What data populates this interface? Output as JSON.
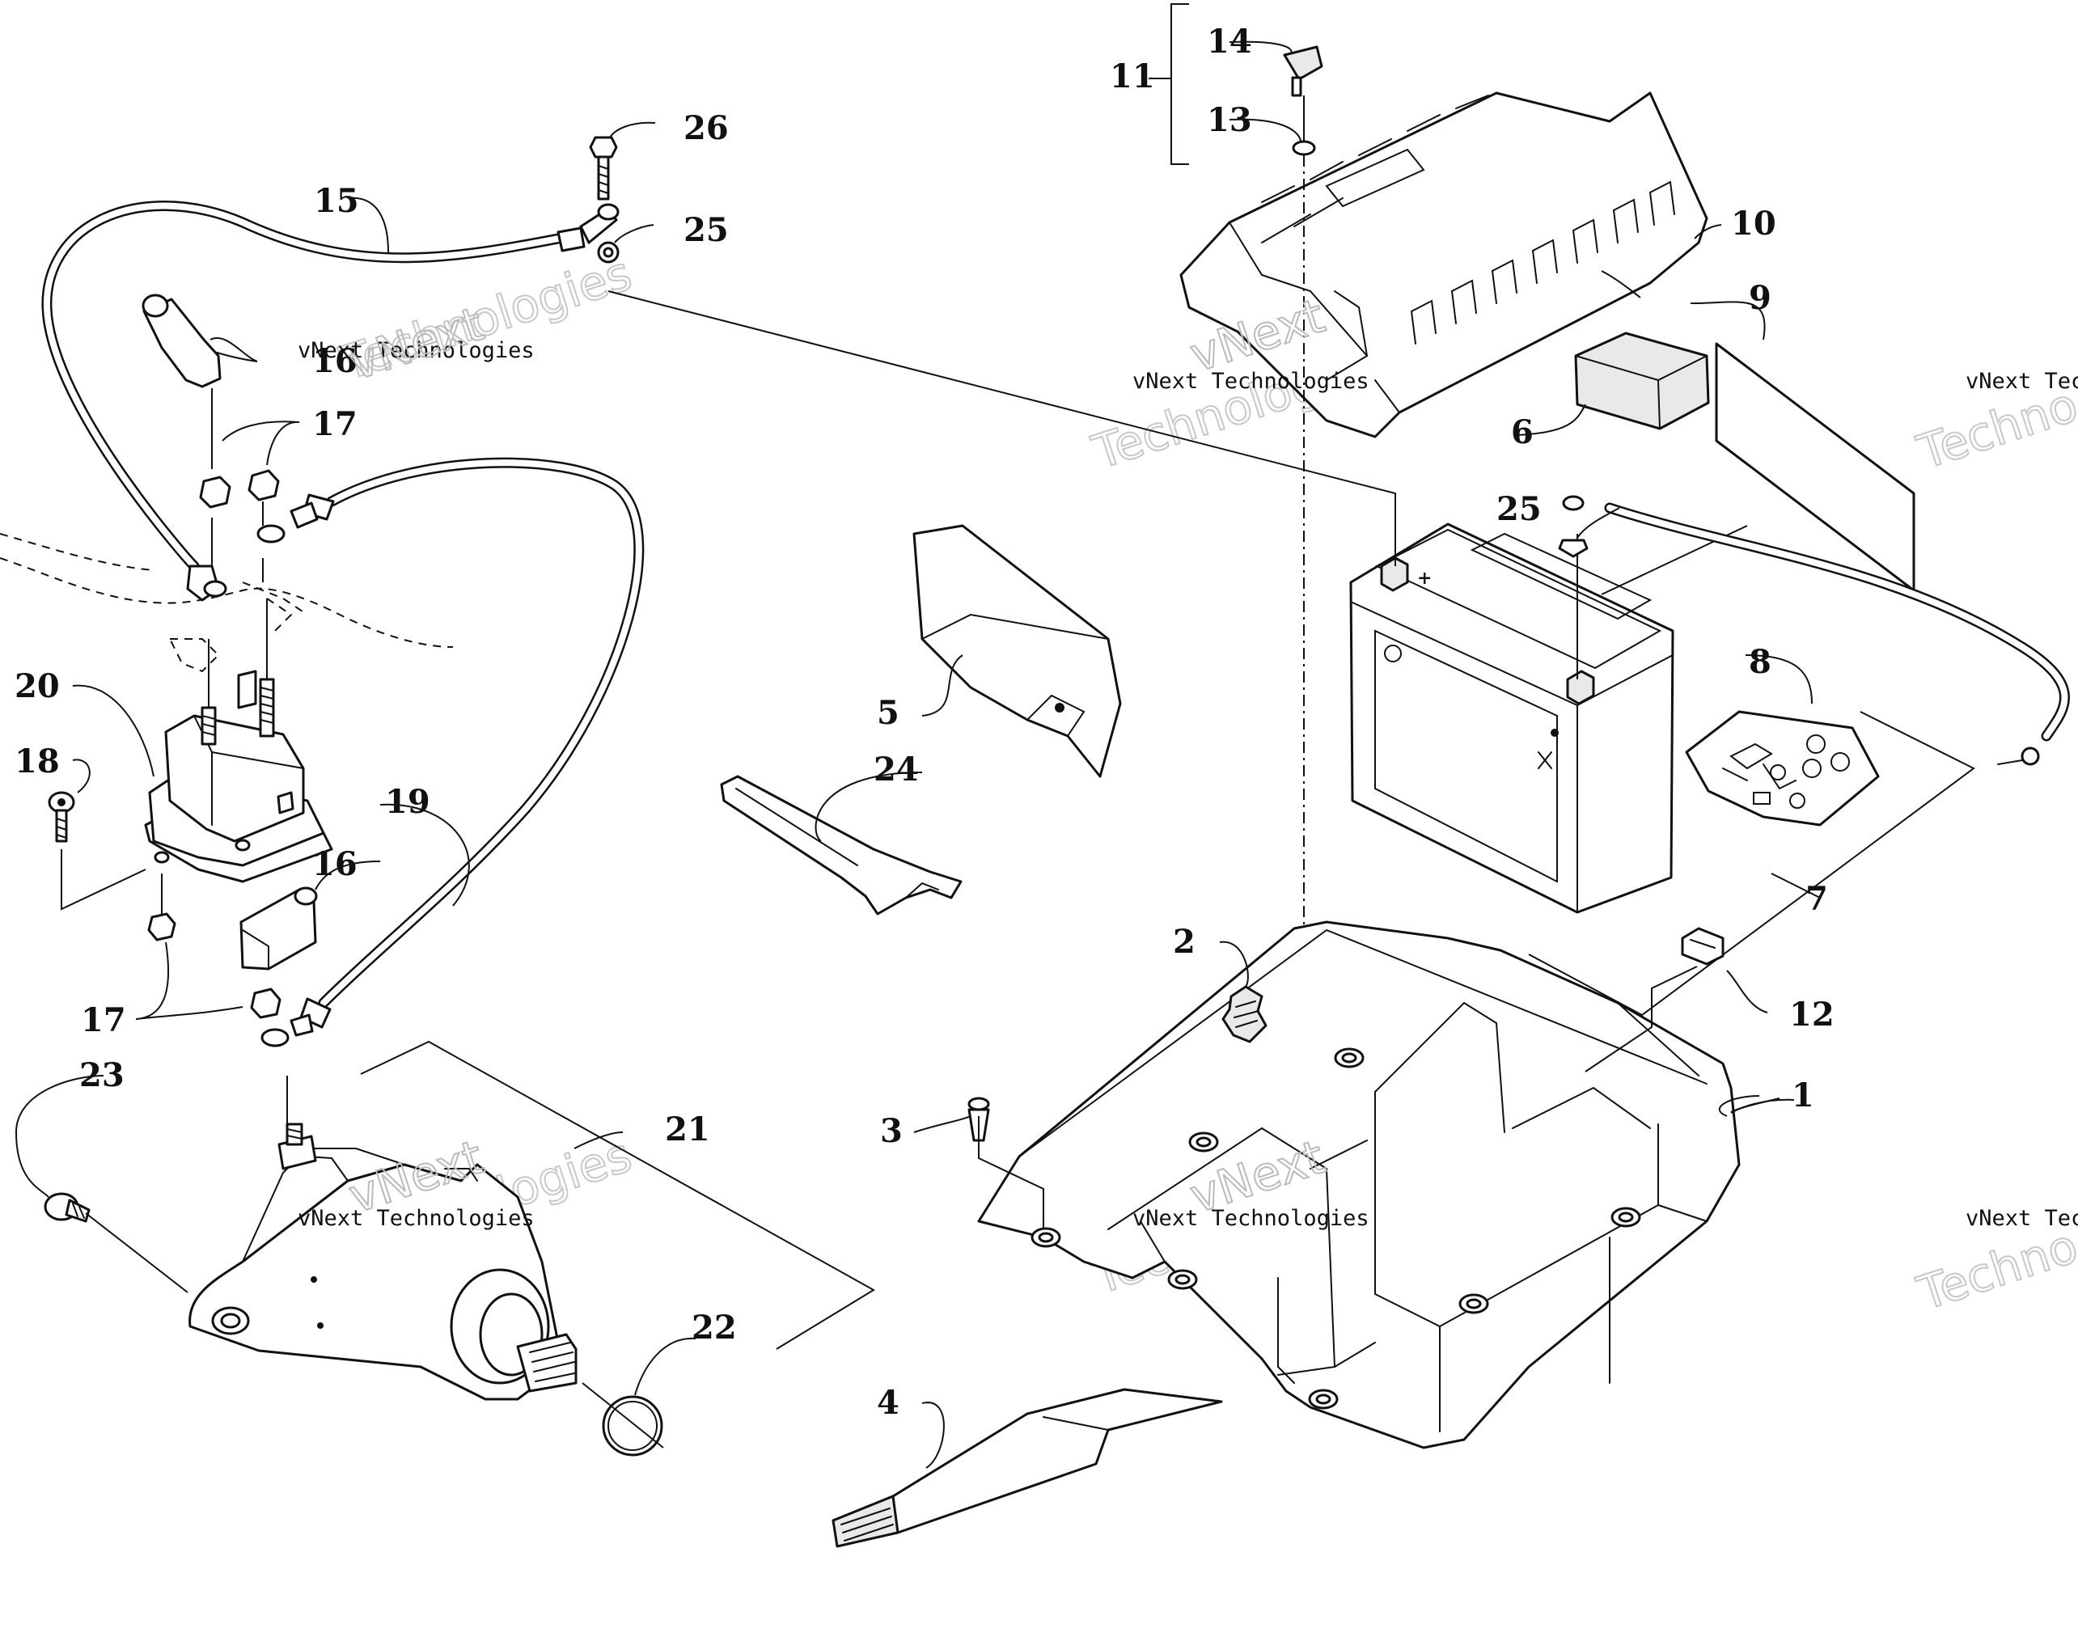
{
  "watermark": {
    "text": "vNext Technologies",
    "line1": "vNext",
    "line2": "Technologies",
    "partial": "vNext Tec",
    "partial2": "Techno"
  },
  "callouts": {
    "c1": "1",
    "c2": "2",
    "c3": "3",
    "c4": "4",
    "c5": "5",
    "c6": "6",
    "c7": "7",
    "c8": "8",
    "c9": "9",
    "c10": "10",
    "c11": "11",
    "c12": "12",
    "c13": "13",
    "c14": "14",
    "c15": "15",
    "c16": "16",
    "c17": "17",
    "c18": "18",
    "c19": "19",
    "c20": "20",
    "c21": "21",
    "c22": "22",
    "c23": "23",
    "c24": "24",
    "c25": "25",
    "c26": "26"
  }
}
